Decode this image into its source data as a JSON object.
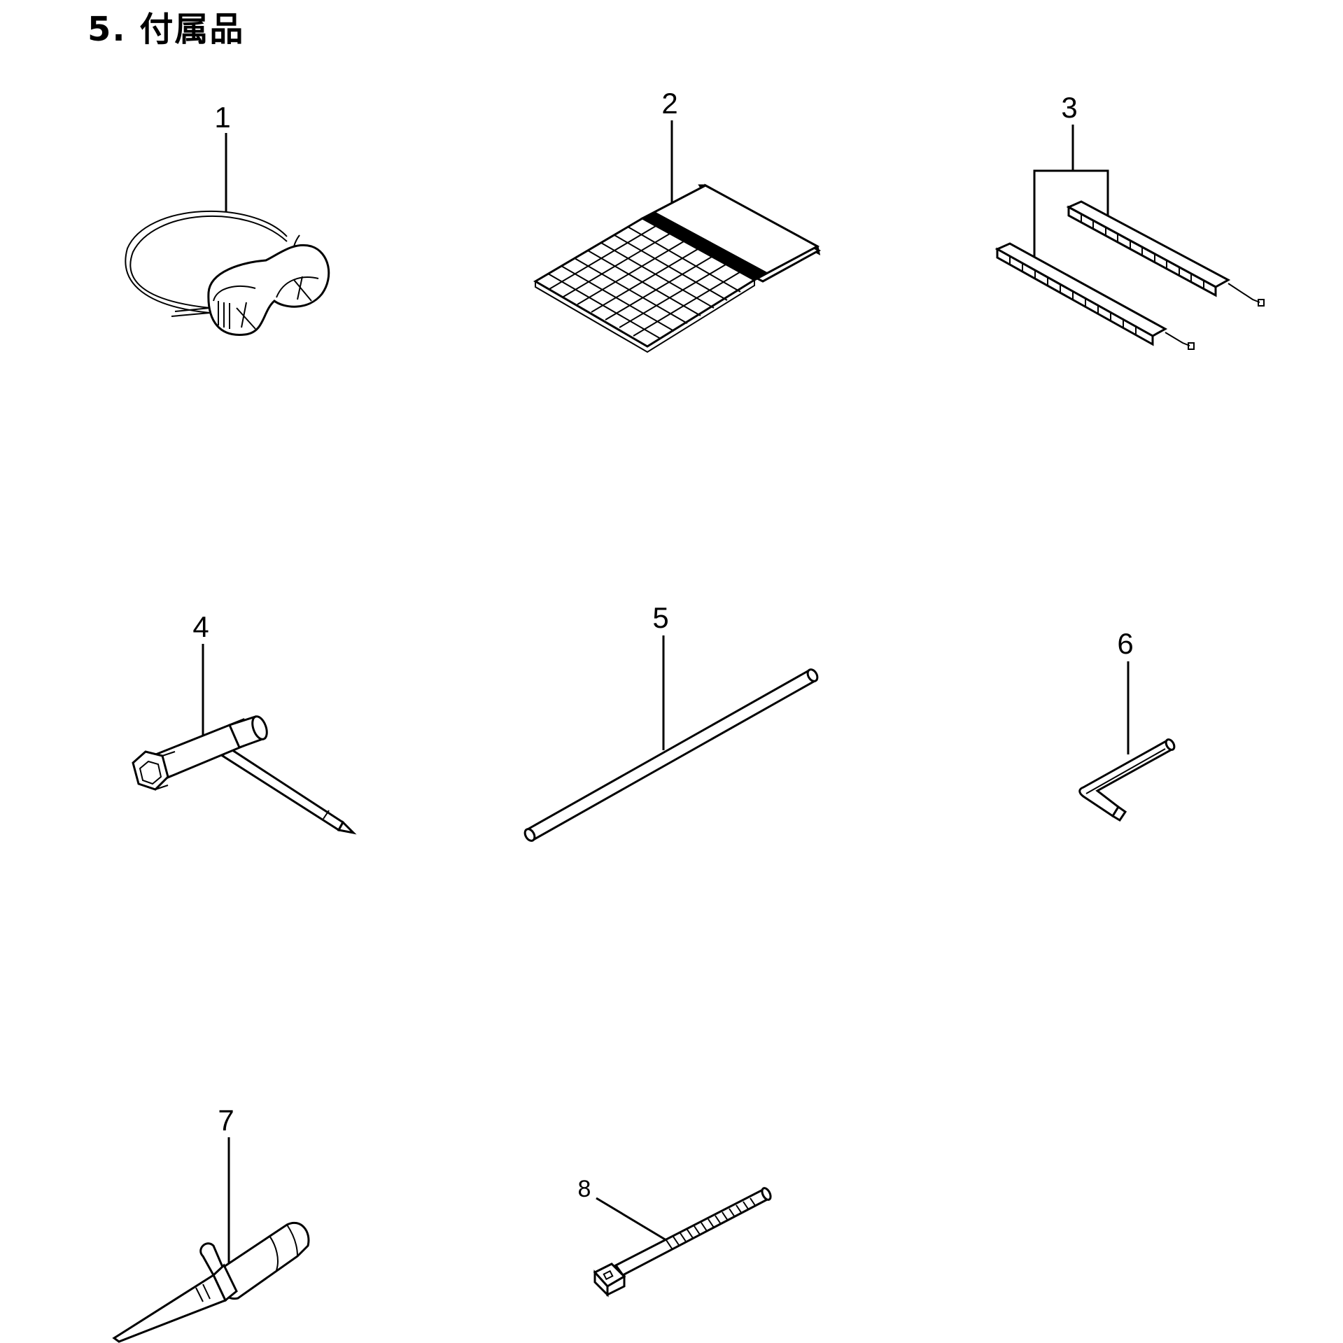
{
  "title": "5. 付属品",
  "parts": [
    {
      "number": "1",
      "icon": "goggles-icon"
    },
    {
      "number": "2",
      "icon": "manual-booklet-icon"
    },
    {
      "number": "3",
      "icon": "balance-weight-strips-icon"
    },
    {
      "number": "4",
      "icon": "plug-wrench-screwdriver-icon"
    },
    {
      "number": "5",
      "icon": "rod-icon"
    },
    {
      "number": "6",
      "icon": "hex-key-icon"
    },
    {
      "number": "7",
      "icon": "tire-valve-tool-icon"
    },
    {
      "number": "8",
      "icon": "cable-tie-icon"
    }
  ]
}
